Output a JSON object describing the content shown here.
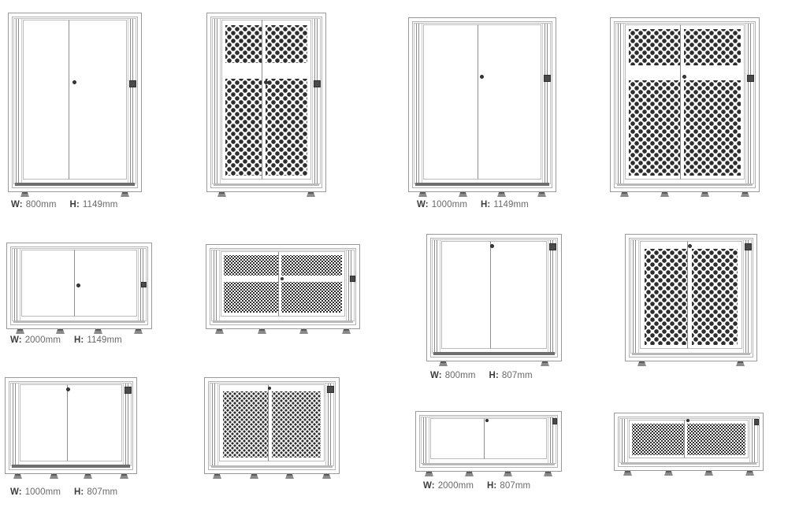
{
  "labels": {
    "width_key": "W:",
    "height_key": "H:"
  },
  "variants": [
    {
      "id": "800x1149",
      "width": "800mm",
      "height": "1149mm",
      "door_style_left": "solid",
      "door_style_right": "perforated",
      "feet_count": 2,
      "lock_position": "center"
    },
    {
      "id": "1000x1149",
      "width": "1000mm",
      "height": "1149mm",
      "door_style_left": "solid",
      "door_style_right": "perforated",
      "feet_count": 4,
      "lock_position": "center"
    },
    {
      "id": "2000x1149",
      "width": "2000mm",
      "height": "1149mm",
      "door_style_left": "solid",
      "door_style_right": "perforated",
      "feet_count": 4,
      "lock_position": "center"
    },
    {
      "id": "800x807",
      "width": "800mm",
      "height": "807mm",
      "door_style_left": "solid",
      "door_style_right": "perforated",
      "feet_count": 2,
      "lock_position": "top"
    },
    {
      "id": "1000x807",
      "width": "1000mm",
      "height": "807mm",
      "door_style_left": "solid",
      "door_style_right": "perforated",
      "feet_count": 4,
      "lock_position": "top"
    },
    {
      "id": "2000x807",
      "width": "2000mm",
      "height": "807mm",
      "door_style_left": "solid",
      "door_style_right": "perforated",
      "feet_count": 4,
      "lock_position": "top"
    }
  ],
  "icons": {
    "lock": "door-lock-icon",
    "handle": "door-handle",
    "foot": "levelling-foot"
  },
  "colors": {
    "outline": "#9a9a9a",
    "inner_outline": "#b4b4b4",
    "door_edge": "#bdbdbd",
    "perforation": "#2e2e2e",
    "plinth_dark": "#6e6e6e",
    "plinth_light": "#b9b9b9",
    "lock": "#3a3a3a",
    "handle": "#4a4a4a",
    "caption_key": "#3d3d3d",
    "caption_value": "#6a6a6a",
    "background": "#ffffff"
  }
}
